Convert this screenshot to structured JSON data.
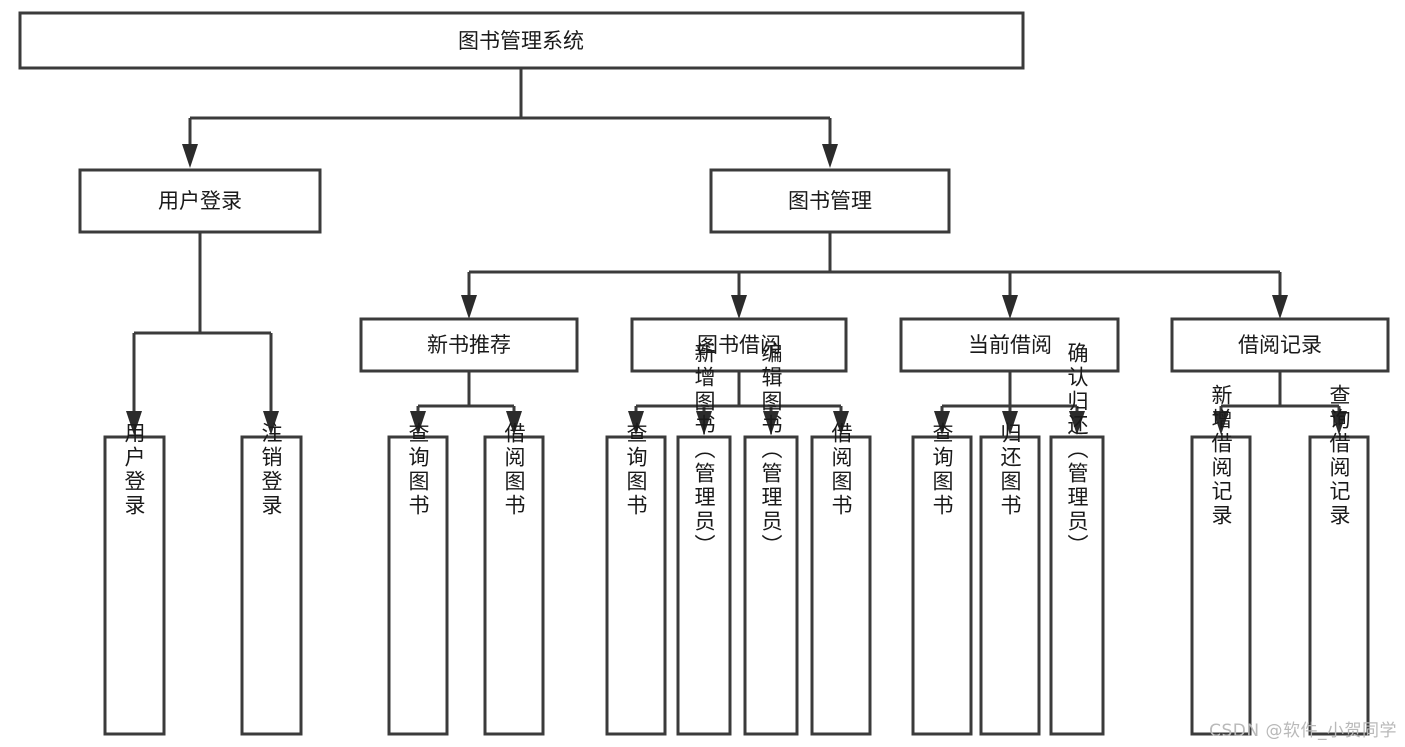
{
  "diagram": {
    "title": "图书管理系统",
    "type": "tree",
    "colors": {
      "box_stroke": "#3b3b3b",
      "box_fill": "#ffffff",
      "connector": "#3b3b3b",
      "arrow": "#2b2b2b",
      "text": "#1a1a1a",
      "watermark": "#b9b9b9",
      "background": "#ffffff"
    },
    "root": {
      "label": "图书管理系统"
    },
    "level1": [
      {
        "label": "用户登录"
      },
      {
        "label": "图书管理"
      }
    ],
    "level2": [
      {
        "label": "新书推荐"
      },
      {
        "label": "图书借阅"
      },
      {
        "label": "当前借阅"
      },
      {
        "label": "借阅记录"
      }
    ],
    "leaves": {
      "user_login": [
        {
          "label": "用户登录"
        },
        {
          "label": "注销登录"
        }
      ],
      "new_book_recommend": [
        {
          "label": "查询图书"
        },
        {
          "label": "借阅图书"
        }
      ],
      "book_borrow": [
        {
          "label": "查询图书"
        },
        {
          "label": "新增图书（管理员）"
        },
        {
          "label": "编辑图书（管理员）"
        },
        {
          "label": "借阅图书"
        }
      ],
      "current_borrow": [
        {
          "label": "查询图书"
        },
        {
          "label": "归还图书"
        },
        {
          "label": "确认归还（管理员）"
        }
      ],
      "borrow_record": [
        {
          "label": "新增借阅记录"
        },
        {
          "label": "查询借阅记录"
        }
      ]
    },
    "watermark": "CSDN @软件_小贺同学"
  }
}
